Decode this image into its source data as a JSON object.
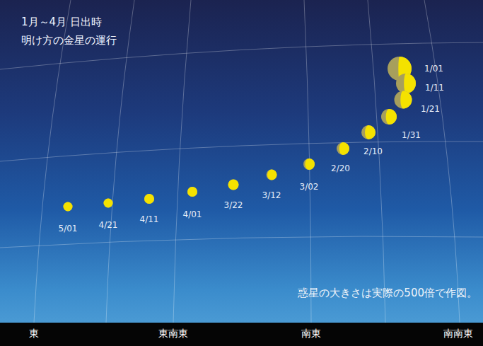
{
  "diagram": {
    "title": "1月～4月 日出時 明け方の金星の運行",
    "caption": "惑星の大きさは実際の500倍で作図。",
    "labels": [
      "1/01",
      "1/11",
      "1/21",
      "1/31",
      "2/10",
      "2/20",
      "3/02",
      "3/12",
      "3/22",
      "4/01",
      "4/11",
      "4/21",
      "5/01",
      "東",
      "東南東",
      "南東",
      "南南東"
    ]
  }
}
